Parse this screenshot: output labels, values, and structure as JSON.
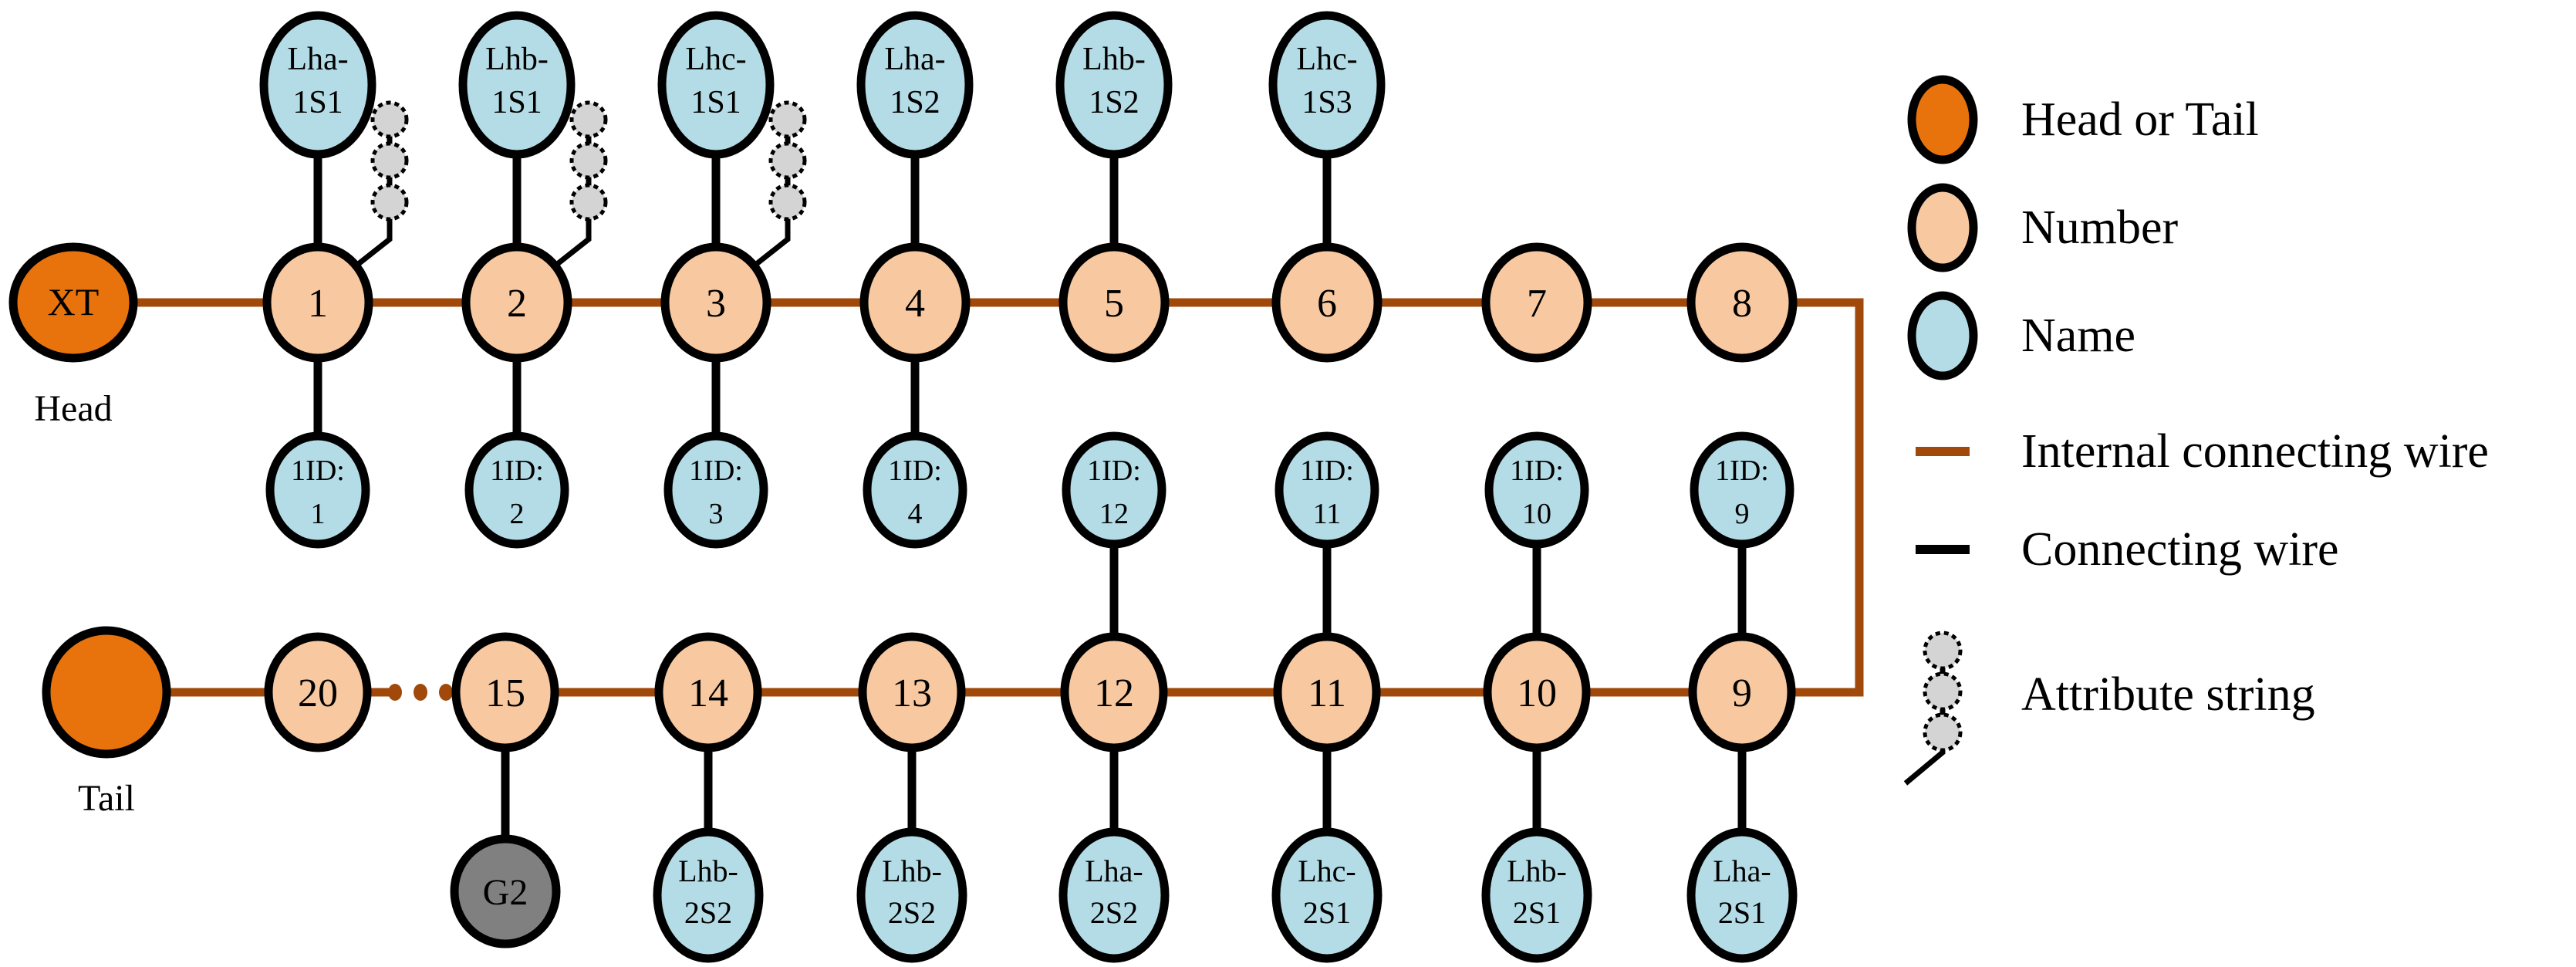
{
  "colors": {
    "head_tail": "#E8730C",
    "number": "#F8C9A0",
    "name": "#B4DCE6",
    "attribute": "#D4D4D4",
    "gene": "#808080",
    "internal_wire": "#A1490B",
    "connecting_wire": "#000000",
    "outline": "#000000",
    "background": "#FFFFFF"
  },
  "chain_head": {
    "label": "XT",
    "caption": "Head"
  },
  "chain_tail": {
    "label": "",
    "caption": "Tail"
  },
  "row_top": {
    "numbers": [
      "1",
      "2",
      "3",
      "4",
      "5",
      "6",
      "7",
      "8"
    ],
    "names_above": [
      "Lha-\n1S1",
      "Lhb-\n1S1",
      "Lhc-\n1S1",
      "Lha-\n1S2",
      "Lhb-\n1S2",
      "Lhc-\n1S3",
      "",
      ""
    ],
    "names_above_l1": [
      "Lha-",
      "Lhb-",
      "Lhc-",
      "Lha-",
      "Lhb-",
      "Lhc-",
      "",
      ""
    ],
    "names_above_l2": [
      "1S1",
      "1S1",
      "1S1",
      "1S2",
      "1S2",
      "1S3",
      "",
      ""
    ],
    "names_below_l1": [
      "1ID:",
      "1ID:",
      "1ID:",
      "1ID:",
      "",
      "",
      "",
      ""
    ],
    "names_below_l2": [
      "1",
      "2",
      "3",
      "4",
      "",
      "",
      "",
      ""
    ],
    "attribute_strings": [
      true,
      true,
      true,
      false,
      false,
      false,
      false,
      false
    ]
  },
  "row_mid": {
    "numbers": [
      "5",
      "6",
      "7",
      "8",
      "9",
      "10",
      "11",
      "12"
    ],
    "ids_l1": [
      "1ID:",
      "1ID:",
      "1ID:",
      "1ID:"
    ],
    "ids_l2": [
      "12",
      "11",
      "10",
      "9"
    ]
  },
  "row_bottom": {
    "numbers": [
      "20",
      "15",
      "14",
      "13",
      "12",
      "11",
      "10",
      "9"
    ],
    "ellipsis": "• • •",
    "gene_label": "G2",
    "names_below_l1": [
      "",
      "",
      "Lhb-",
      "Lhb-",
      "Lha-",
      "Lhc-",
      "Lhb-",
      "Lha-"
    ],
    "names_below_l2": [
      "",
      "",
      "2S2",
      "2S2",
      "2S2",
      "2S1",
      "2S1",
      "2S1"
    ]
  },
  "legend": {
    "items": [
      {
        "kind": "circle",
        "color": "#E8730C",
        "label": "Head or Tail"
      },
      {
        "kind": "circle",
        "color": "#F8C9A0",
        "label": "Number"
      },
      {
        "kind": "circle",
        "color": "#B4DCE6",
        "label": "Name"
      },
      {
        "kind": "line",
        "color": "#A1490B",
        "label": "Internal connecting wire"
      },
      {
        "kind": "line",
        "color": "#000000",
        "label": "Connecting wire"
      },
      {
        "kind": "beads",
        "color": "#D4D4D4",
        "label": "Attribute string"
      }
    ]
  }
}
